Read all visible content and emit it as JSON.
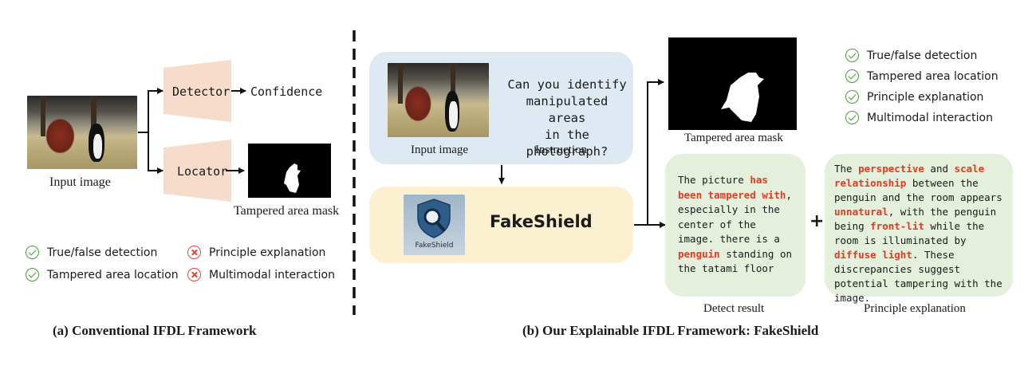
{
  "left": {
    "input_caption": "Input image",
    "detector_label": "Detector",
    "confidence_label": "Confidence",
    "locator_label": "Locator",
    "mask_caption": "Tampered area mask",
    "checks": [
      {
        "label": "True/false detection",
        "status": "ok"
      },
      {
        "label": "Tampered area location",
        "status": "ok"
      },
      {
        "label": "Principle explanation",
        "status": "fail"
      },
      {
        "label": "Multimodal interaction",
        "status": "fail"
      }
    ],
    "title": "(a) Conventional IFDL Framework"
  },
  "right": {
    "question": [
      "Can you identify",
      "manipulated areas",
      "in the photograph?"
    ],
    "input_caption": "Input image",
    "instruction_caption": "Instruction",
    "logo_text": "FakeShield",
    "model_name": "FakeShield",
    "mask_caption": "Tampered area mask",
    "checks": [
      {
        "label": "True/false detection",
        "status": "ok"
      },
      {
        "label": "Tampered area location",
        "status": "ok"
      },
      {
        "label": "Principle explanation",
        "status": "ok"
      },
      {
        "label": "Multimodal interaction",
        "status": "ok"
      }
    ],
    "detect_result": {
      "caption": "Detect result",
      "segments": [
        {
          "text": "The picture ",
          "hl": false
        },
        {
          "text": "has been tampered with",
          "hl": true
        },
        {
          "text": ", especially in the center of the image. there is a ",
          "hl": false
        },
        {
          "text": "penguin",
          "hl": true
        },
        {
          "text": " standing on the tatami floor",
          "hl": false
        }
      ]
    },
    "plus": "+",
    "principle": {
      "caption": "Principle explanation",
      "segments": [
        {
          "text": "The ",
          "hl": false
        },
        {
          "text": "perspective",
          "hl": true
        },
        {
          "text": " and ",
          "hl": false
        },
        {
          "text": "scale relationship",
          "hl": true
        },
        {
          "text": " between the penguin and the room appears ",
          "hl": false
        },
        {
          "text": "unnatural",
          "hl": true
        },
        {
          "text": ", with the penguin being ",
          "hl": false
        },
        {
          "text": "front-lit",
          "hl": true
        },
        {
          "text": " while the room is illuminated by ",
          "hl": false
        },
        {
          "text": "diffuse light",
          "hl": true
        },
        {
          "text": ". These discrepancies suggest potential tampering with the image.",
          "hl": false
        }
      ]
    },
    "title": "(b) Our Explainable IFDL Framework: FakeShield"
  },
  "colors": {
    "highlight": "#e53a1f",
    "ok": "#4a9a3c",
    "fail": "#d84a3c",
    "panel_blue": "#dfe9f4",
    "panel_yellow": "#fbf0cf",
    "panel_green": "#e4efdc",
    "module": "#f7dccb"
  }
}
